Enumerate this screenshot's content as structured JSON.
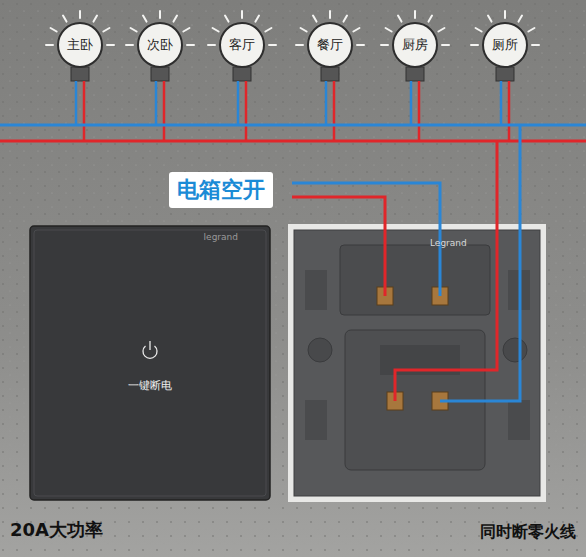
{
  "diagram": {
    "nodes": [
      {
        "text": [
          "主卧"
        ]
      },
      {
        "text": [
          "次卧"
        ]
      },
      {
        "text": [
          "客厅"
        ]
      },
      {
        "text": [
          "餐厅"
        ]
      },
      {
        "text": [
          "厨房"
        ]
      },
      {
        "text": [
          "厕所"
        ]
      },
      {
        "text": [
          "电箱空开"
        ]
      },
      {
        "text": [
          "一键断电"
        ]
      }
    ],
    "labels": [
      "legrand",
      "Legrand",
      "20A大功率",
      "同时断零火线"
    ]
  }
}
